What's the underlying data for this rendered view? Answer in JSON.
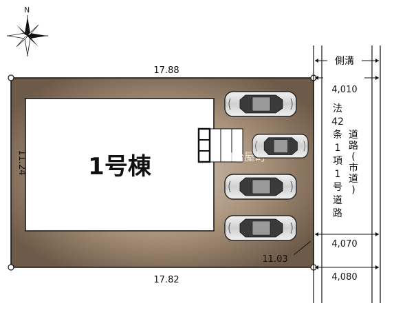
{
  "compass": {
    "label": "N"
  },
  "lot": {
    "top_length": "17.88",
    "bottom_length": "17.82",
    "left_length": "11.24",
    "right_length": "11.03"
  },
  "building": {
    "label": "1号棟"
  },
  "watermark": "加治屋町",
  "road": {
    "gutter_label": "側溝",
    "width_top": "4,010",
    "width_mid": "4,070",
    "width_bottom": "4,080",
    "name_col1": [
      "法",
      "42",
      "条",
      "1",
      "項",
      "1",
      "号",
      "道",
      "路"
    ],
    "name_col2": [
      "道",
      "路",
      "(",
      "市",
      "道",
      ")"
    ]
  },
  "colors": {
    "lot_fill": "#7a6654",
    "lot_center": "#c9bcaa",
    "building_fill": "#ffffff",
    "line": "#111111"
  }
}
